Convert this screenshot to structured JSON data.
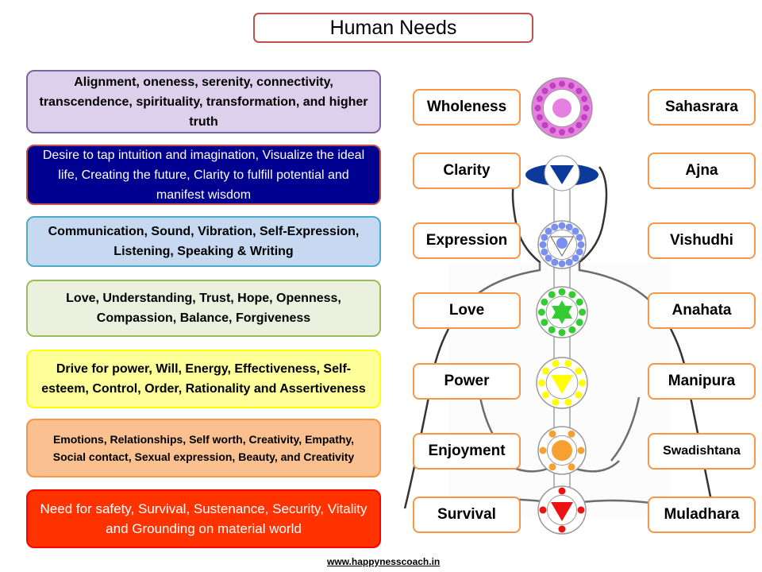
{
  "title": "Human Needs",
  "needs": [
    {
      "text": "Alignment, oneness, serenity, connectivity, transcendence, spirituality, transformation, and higher truth",
      "bg": "#dcd0ec",
      "border": "#8064a2",
      "color": "#000000"
    },
    {
      "text": "Desire to tap intuition and imagination, Visualize the ideal life, Creating the future, Clarity to fulfill potential and manifest wisdom",
      "bg": "#000090",
      "border": "#c0504d",
      "color": "#ffffff"
    },
    {
      "text": "Communication, Sound, Vibration, Self-Expression, Listening, Speaking & Writing",
      "bg": "#c6d9f1",
      "border": "#4bacc6",
      "color": "#000000"
    },
    {
      "text": "Love, Understanding, Trust, Hope, Openness, Compassion, Balance, Forgiveness",
      "bg": "#ebf1de",
      "border": "#9bbb59",
      "color": "#000000"
    },
    {
      "text": "Drive for power, Will, Energy, Effectiveness, Self-esteem, Control, Order, Rationality and Assertiveness",
      "bg": "#ffff99",
      "border": "#ffff00",
      "color": "#000000"
    },
    {
      "text": "Emotions, Relationships, Self worth, Creativity, Empathy, Social contact, Sexual expression, Beauty, and Creativity",
      "bg": "#fac090",
      "border": "#f79646",
      "color": "#000000"
    },
    {
      "text": "Need for safety, Survival, Sustenance, Security, Vitality and Grounding on material world",
      "bg": "#ff3300",
      "border": "#ff0000",
      "color": "#ffffff"
    }
  ],
  "qualities": [
    "Wholeness",
    "Clarity",
    "Expression",
    "Love",
    "Power",
    "Enjoyment",
    "Survival"
  ],
  "chakras": [
    "Sahasrara",
    "Ajna",
    "Vishudhi",
    "Anahata",
    "Manipura",
    "Swadishtana",
    "Muladhara"
  ],
  "chakra_colors": [
    "#e580e0",
    "#0b3a9a",
    "#7b8ff0",
    "#33cc33",
    "#ffff00",
    "#f5a030",
    "#ee1111"
  ],
  "footer": "www.happynesscoach.in"
}
